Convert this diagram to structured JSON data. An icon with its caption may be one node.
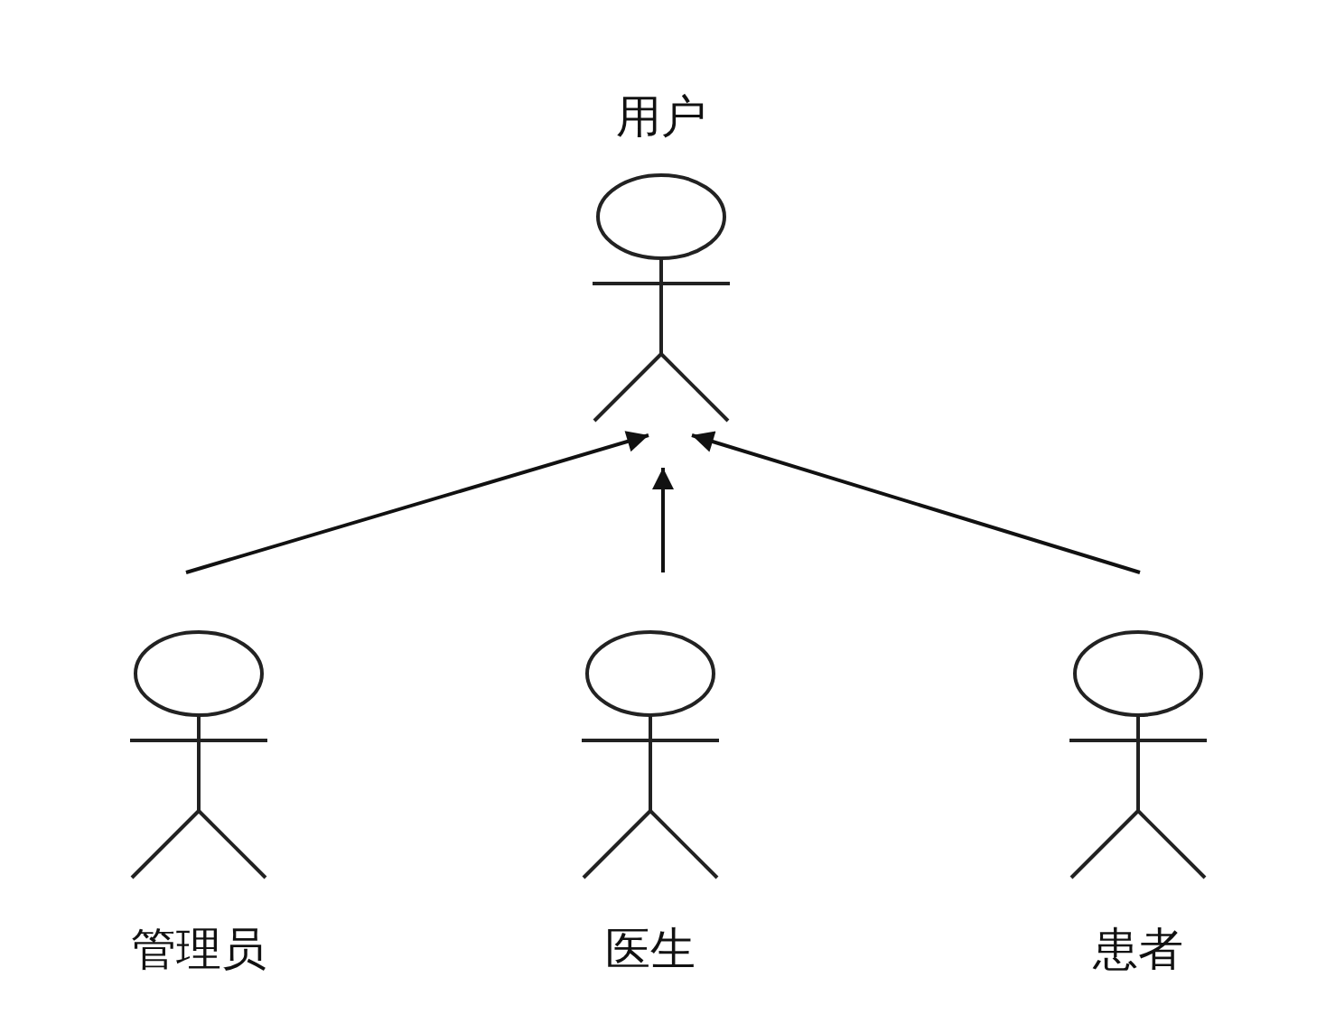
{
  "diagram": {
    "nodes": [
      {
        "text": [
          "用户"
        ]
      },
      {
        "text": [
          "管理员"
        ]
      },
      {
        "text": [
          "医生"
        ]
      },
      {
        "text": [
          "患者"
        ]
      }
    ],
    "edges": [
      {
        "from": 1,
        "to": 0,
        "arrow": "to"
      },
      {
        "from": 2,
        "to": 0,
        "arrow": "to"
      },
      {
        "from": 3,
        "to": 0,
        "arrow": "to"
      }
    ]
  }
}
